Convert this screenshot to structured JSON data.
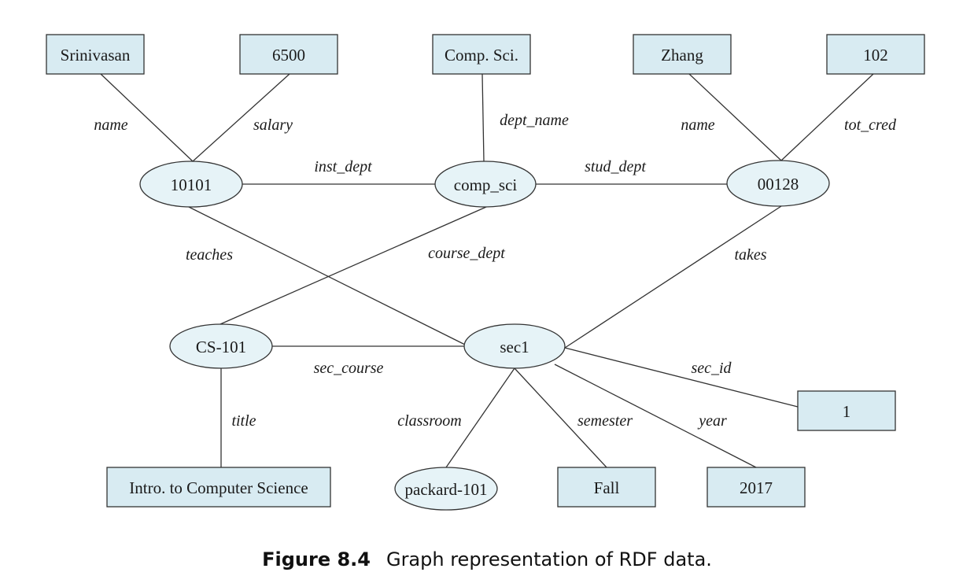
{
  "diagram": {
    "nodes": [
      {
        "id": "srinivasan",
        "label": "Srinivasan",
        "shape": "box"
      },
      {
        "id": "salary_6500",
        "label": "6500",
        "shape": "box"
      },
      {
        "id": "comp_sci_name",
        "label": "Comp. Sci.",
        "shape": "box"
      },
      {
        "id": "zhang",
        "label": "Zhang",
        "shape": "box"
      },
      {
        "id": "tot_cred_102",
        "label": "102",
        "shape": "box"
      },
      {
        "id": "n10101",
        "label": "10101",
        "shape": "ellipse"
      },
      {
        "id": "comp_sci",
        "label": "comp_sci",
        "shape": "ellipse"
      },
      {
        "id": "n00128",
        "label": "00128",
        "shape": "ellipse"
      },
      {
        "id": "cs101",
        "label": "CS-101",
        "shape": "ellipse"
      },
      {
        "id": "sec1",
        "label": "sec1",
        "shape": "ellipse"
      },
      {
        "id": "sec_id_1",
        "label": "1",
        "shape": "box"
      },
      {
        "id": "intro_cs",
        "label": "Intro. to Computer Science",
        "shape": "box"
      },
      {
        "id": "packard101",
        "label": "packard-101",
        "shape": "ellipse"
      },
      {
        "id": "fall",
        "label": "Fall",
        "shape": "box"
      },
      {
        "id": "year_2017",
        "label": "2017",
        "shape": "box"
      }
    ],
    "edges": [
      {
        "from": "n10101",
        "to": "srinivasan",
        "label": "name"
      },
      {
        "from": "n10101",
        "to": "salary_6500",
        "label": "salary"
      },
      {
        "from": "comp_sci",
        "to": "comp_sci_name",
        "label": "dept_name"
      },
      {
        "from": "n00128",
        "to": "zhang",
        "label": "name"
      },
      {
        "from": "n00128",
        "to": "tot_cred_102",
        "label": "tot_cred"
      },
      {
        "from": "n10101",
        "to": "comp_sci",
        "label": "inst_dept"
      },
      {
        "from": "n00128",
        "to": "comp_sci",
        "label": "stud_dept"
      },
      {
        "from": "n10101",
        "to": "sec1",
        "label": "teaches"
      },
      {
        "from": "cs101",
        "to": "comp_sci",
        "label": "course_dept"
      },
      {
        "from": "n00128",
        "to": "sec1",
        "label": "takes"
      },
      {
        "from": "sec1",
        "to": "cs101",
        "label": "sec_course"
      },
      {
        "from": "sec1",
        "to": "sec_id_1",
        "label": "sec_id"
      },
      {
        "from": "cs101",
        "to": "intro_cs",
        "label": "title"
      },
      {
        "from": "sec1",
        "to": "packard101",
        "label": "classroom"
      },
      {
        "from": "sec1",
        "to": "fall",
        "label": "semester"
      },
      {
        "from": "sec1",
        "to": "year_2017",
        "label": "year"
      }
    ]
  },
  "caption": {
    "number": "Figure 8.4",
    "text": "Graph representation of RDF data."
  }
}
